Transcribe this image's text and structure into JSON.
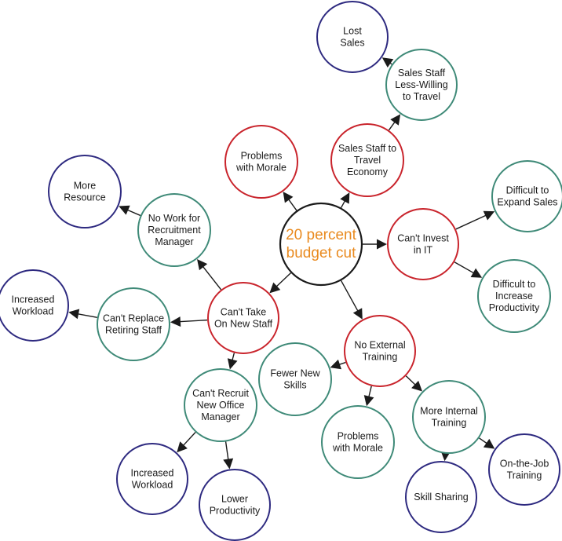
{
  "colors": {
    "center_stroke": "#1a1a1a",
    "center_text": "#e98a1f",
    "level1_stroke": "#c9242c",
    "level2_stroke": "#3f8a78",
    "level3_stroke": "#2e2a80",
    "text": "#1a1a1a"
  },
  "nodes": [
    {
      "id": "budget-cut",
      "level": "center",
      "lines": [
        "20 percent",
        "budget cut"
      ]
    },
    {
      "id": "problems-morale-top",
      "level": "red",
      "lines": [
        "Problems",
        "with Morale"
      ]
    },
    {
      "id": "sales-travel-economy",
      "level": "red",
      "lines": [
        "Sales Staff to",
        "Travel",
        "Economy"
      ]
    },
    {
      "id": "cant-invest-it",
      "level": "red",
      "lines": [
        "Can't Invest",
        "in IT"
      ]
    },
    {
      "id": "no-external-training",
      "level": "red",
      "lines": [
        "No External",
        "Training"
      ]
    },
    {
      "id": "cant-take-new-staff",
      "level": "red",
      "lines": [
        "Can't Take",
        "On New Staff"
      ]
    },
    {
      "id": "sales-less-willing",
      "level": "green",
      "lines": [
        "Sales Staff",
        "Less-Willing",
        "to Travel"
      ]
    },
    {
      "id": "difficult-expand-sales",
      "level": "green",
      "lines": [
        "Difficult to",
        "Expand Sales"
      ]
    },
    {
      "id": "difficult-increase-productivity",
      "level": "green",
      "lines": [
        "Difficult to",
        "Increase",
        "Productivity"
      ]
    },
    {
      "id": "no-work-recruitment",
      "level": "green",
      "lines": [
        "No Work for",
        "Recruitment",
        "Manager"
      ]
    },
    {
      "id": "cant-replace-retiring",
      "level": "green",
      "lines": [
        "Can't Replace",
        "Retiring Staff"
      ]
    },
    {
      "id": "cant-recruit-office-manager",
      "level": "green",
      "lines": [
        "Can't Recruit",
        "New Office",
        "Manager"
      ]
    },
    {
      "id": "fewer-new-skills",
      "level": "green",
      "lines": [
        "Fewer New",
        "Skills"
      ]
    },
    {
      "id": "problems-morale-bottom",
      "level": "green",
      "lines": [
        "Problems",
        "with Morale"
      ]
    },
    {
      "id": "more-internal-training",
      "level": "green",
      "lines": [
        "More Internal",
        "Training"
      ]
    },
    {
      "id": "lost-sales",
      "level": "blue",
      "lines": [
        "Lost",
        "Sales"
      ]
    },
    {
      "id": "more-resource",
      "level": "blue",
      "lines": [
        "More",
        "Resource"
      ]
    },
    {
      "id": "increased-workload-left",
      "level": "blue",
      "lines": [
        "Increased",
        "Workload"
      ]
    },
    {
      "id": "increased-workload-bottom",
      "level": "blue",
      "lines": [
        "Increased",
        "Workload"
      ]
    },
    {
      "id": "lower-productivity",
      "level": "blue",
      "lines": [
        "Lower",
        "Productivity"
      ]
    },
    {
      "id": "skill-sharing",
      "level": "blue",
      "lines": [
        "Skill Sharing"
      ]
    },
    {
      "id": "on-the-job-training",
      "level": "blue",
      "lines": [
        "On-the-Job",
        "Training"
      ]
    }
  ],
  "edges": [
    {
      "from": "budget-cut",
      "to": "problems-morale-top"
    },
    {
      "from": "budget-cut",
      "to": "sales-travel-economy"
    },
    {
      "from": "budget-cut",
      "to": "cant-invest-it"
    },
    {
      "from": "budget-cut",
      "to": "no-external-training"
    },
    {
      "from": "budget-cut",
      "to": "cant-take-new-staff"
    },
    {
      "from": "sales-travel-economy",
      "to": "sales-less-willing"
    },
    {
      "from": "sales-less-willing",
      "to": "lost-sales"
    },
    {
      "from": "cant-invest-it",
      "to": "difficult-expand-sales"
    },
    {
      "from": "cant-invest-it",
      "to": "difficult-increase-productivity"
    },
    {
      "from": "cant-take-new-staff",
      "to": "no-work-recruitment"
    },
    {
      "from": "no-work-recruitment",
      "to": "more-resource"
    },
    {
      "from": "cant-take-new-staff",
      "to": "cant-replace-retiring"
    },
    {
      "from": "cant-replace-retiring",
      "to": "increased-workload-left"
    },
    {
      "from": "cant-take-new-staff",
      "to": "cant-recruit-office-manager"
    },
    {
      "from": "cant-recruit-office-manager",
      "to": "increased-workload-bottom"
    },
    {
      "from": "cant-recruit-office-manager",
      "to": "lower-productivity"
    },
    {
      "from": "no-external-training",
      "to": "fewer-new-skills"
    },
    {
      "from": "no-external-training",
      "to": "problems-morale-bottom"
    },
    {
      "from": "no-external-training",
      "to": "more-internal-training"
    },
    {
      "from": "more-internal-training",
      "to": "skill-sharing"
    },
    {
      "from": "more-internal-training",
      "to": "on-the-job-training"
    }
  ]
}
